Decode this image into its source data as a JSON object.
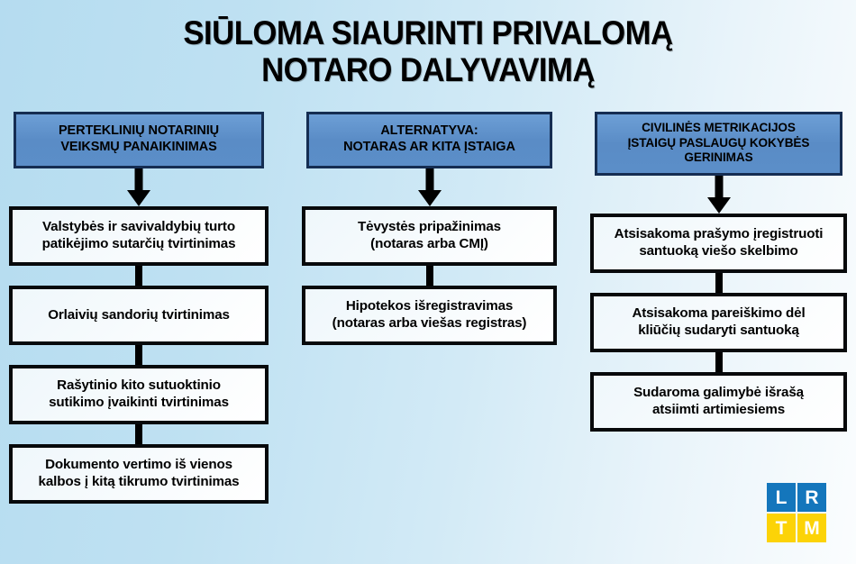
{
  "title": {
    "line1": "SIŪLOMA SIAURINTI PRIVALOMĄ",
    "line2": "NOTARO DALYVAVIMĄ"
  },
  "colors": {
    "header_fill": "#5a8cc6",
    "header_border": "#152d52",
    "box_border": "#07090b",
    "box_fill": "#f5fafd",
    "logo_blue": "#1476bc",
    "logo_yellow": "#fcd307",
    "background_from": "#b5dcf0",
    "background_to": "#fbfdfe"
  },
  "columns": [
    {
      "header": {
        "line1": "PERTEKLINIŲ NOTARINIŲ",
        "line2": "VEIKSMŲ PANAIKINIMAS"
      },
      "items": [
        {
          "line1": "Valstybės ir savivaldybių turto",
          "line2": "patikėjimo sutarčių tvirtinimas"
        },
        {
          "line1": "Orlaivių sandorių tvirtinimas",
          "line2": ""
        },
        {
          "line1": "Rašytinio kito sutuoktinio",
          "line2": "sutikimo įvaikinti tvirtinimas"
        },
        {
          "line1": "Dokumento vertimo iš vienos",
          "line2": "kalbos į kitą tikrumo tvirtinimas"
        }
      ]
    },
    {
      "header": {
        "line1": "ALTERNATYVA:",
        "line2": "NOTARAS AR KITA ĮSTAIGA"
      },
      "items": [
        {
          "line1": "Tėvystės pripažinimas",
          "line2": "(notaras arba CMĮ)"
        },
        {
          "line1": "Hipotekos išregistravimas",
          "line2": "(notaras arba viešas registras)"
        }
      ]
    },
    {
      "header": {
        "line1": "CIVILINĖS METRIKACIJOS",
        "line2": "ĮSTAIGŲ PASLAUGŲ KOKYBĖS",
        "line3": "GERINIMAS"
      },
      "items": [
        {
          "line1": "Atsisakoma prašymo įregistruoti",
          "line2": "santuoką viešo skelbimo"
        },
        {
          "line1": "Atsisakoma pareiškimo dėl",
          "line2": "kliūčių sudaryti santuoką"
        },
        {
          "line1": "Sudaroma galimybė išrašą",
          "line2": "atsiimti artimiesiems"
        }
      ]
    }
  ],
  "logo": {
    "cells": [
      {
        "letter": "L",
        "style": "blue"
      },
      {
        "letter": "R",
        "style": "blue"
      },
      {
        "letter": "T",
        "style": "yellow"
      },
      {
        "letter": "M",
        "style": "yellow"
      }
    ]
  }
}
